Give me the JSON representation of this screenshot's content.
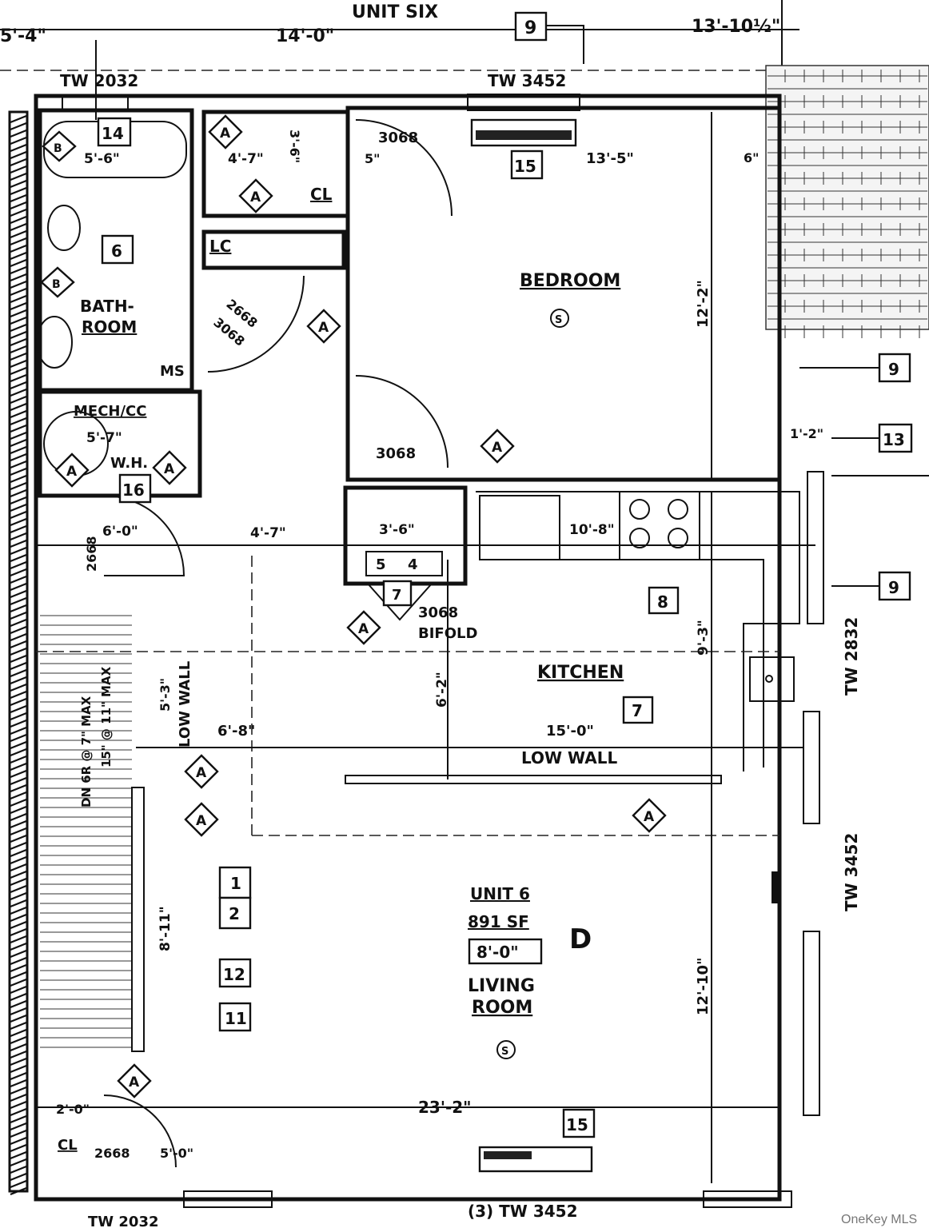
{
  "header": {
    "unit_title": "UNIT SIX",
    "dim_left": "14'-0\"",
    "dim_right": "13'-10½\"",
    "dim_far_left": "5'-4\""
  },
  "windows": {
    "tw_2032_top": "TW 2032",
    "tw_3452_top": "TW 3452",
    "tw_2832_right": "TW 2832",
    "tw_3452_right": "TW 3452",
    "tw_3452_bottom": "(3) TW 3452",
    "tw_2032_bottom": "TW 2032"
  },
  "rooms": {
    "bedroom": "BEDROOM",
    "bathroom_1": "BATH-",
    "bathroom_2": "ROOM",
    "mech": "MECH/CC",
    "wh": "W.H.",
    "kitchen": "KITCHEN",
    "living_1": "LIVING",
    "living_2": "ROOM",
    "cl_top": "CL",
    "lc": "LC",
    "cl_bottom": "CL",
    "ms": "MS"
  },
  "unit_info": {
    "unit": "UNIT 6",
    "area": "891 SF",
    "ceiling": "8'-0\"",
    "letter": "D"
  },
  "doors": {
    "d1": "3068",
    "d2": "2668",
    "d3": "3068",
    "d4": "3068",
    "d5": "2668",
    "d6": "3068",
    "bifold": "BIFOLD",
    "d7": "2668"
  },
  "dimensions": {
    "bath_tub": "5'-6\"",
    "cl_width": "4'-7\"",
    "cl_depth": "3'-6\"",
    "five_in": "5\"",
    "bedroom_w": "13'-5\"",
    "bedroom_d": "12'-2\"",
    "six_in": "6\"",
    "mech_w": "5'-7\"",
    "six_0": "6'-0\"",
    "hall_47": "4'-7\"",
    "pantry_36": "3'-6\"",
    "kitchen_108": "10'-8\"",
    "kitchen_93": "9'-3\"",
    "kitchen_62": "6'-2\"",
    "kitchen_150": "15'-0\"",
    "living_68": "6'-8\"",
    "stair_53": "5'-3\"",
    "stair_811": "8'-11\"",
    "living_1210": "12'-10\"",
    "total_232": "23'-2\"",
    "hall_20": "2'-0\"",
    "cl_50": "5'-0\"",
    "dim_112": "1'-2\"",
    "low_wall_1": "LOW WALL",
    "low_wall_2": "LOW WALL",
    "stair_note": "DN 6R @ 7\" MAX",
    "stair_note2": "15\" @ 11\" MAX"
  },
  "tags": {
    "t9a": "9",
    "t9b": "9",
    "t9c": "9",
    "t13": "13",
    "t14": "14",
    "t15a": "15",
    "t15b": "15",
    "t6": "6",
    "t16": "16",
    "t8": "8",
    "t7a": "7",
    "t7b": "7",
    "t5": "5",
    "t4": "4",
    "t1": "1",
    "t2": "2",
    "t12": "12",
    "t11": "11",
    "tA": "A",
    "tB": "B",
    "tS": "S"
  },
  "watermark": "OneKey MLS"
}
